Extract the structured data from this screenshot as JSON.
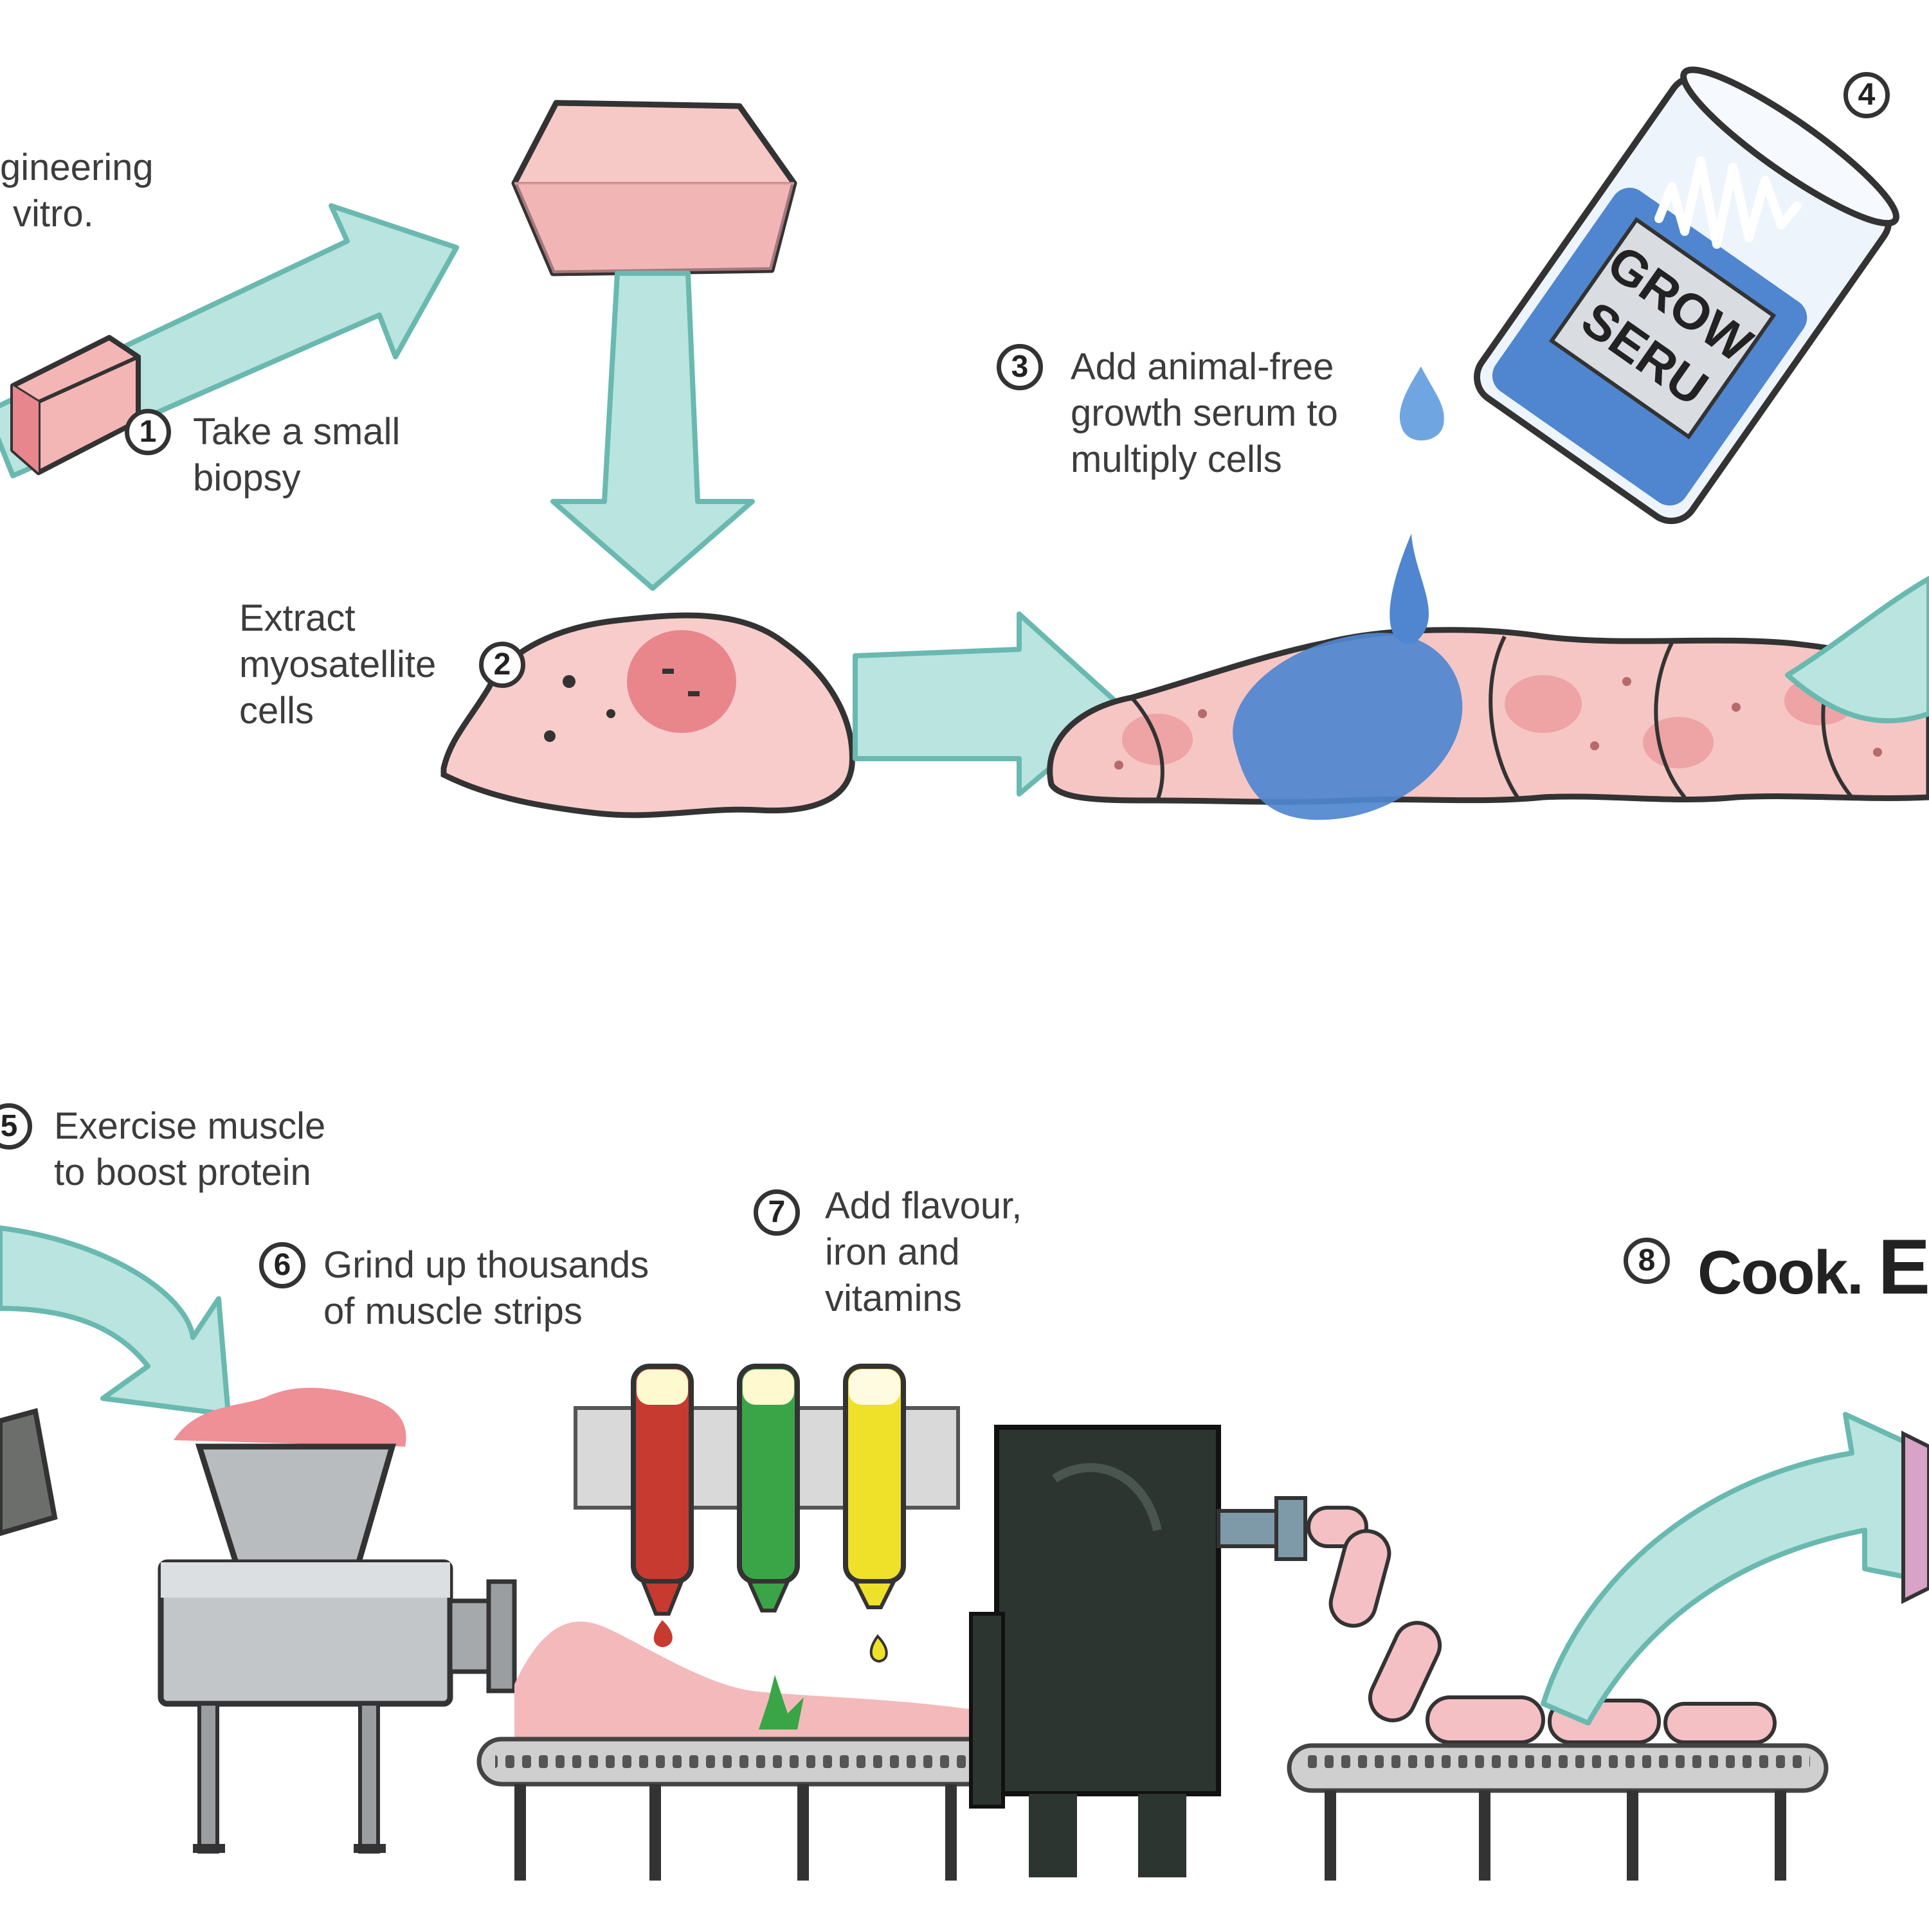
{
  "intro": {
    "line1": "gineering",
    "line2": "vitro."
  },
  "steps": [
    {
      "number": "1",
      "lines": [
        "Take a small",
        "biopsy"
      ]
    },
    {
      "number": "2",
      "lines": [
        "Extract",
        "myosatellite",
        "cells"
      ]
    },
    {
      "number": "3",
      "lines": [
        "Add animal-free",
        "growth serum to",
        "multiply cells"
      ]
    },
    {
      "number": "4",
      "lines": []
    },
    {
      "number": "5",
      "lines": [
        "Exercise muscle",
        "to boost protein"
      ]
    },
    {
      "number": "6",
      "lines": [
        "Grind up thousands",
        "of muscle strips"
      ]
    },
    {
      "number": "7",
      "lines": [
        "Add flavour,",
        "iron and",
        "vitamins"
      ]
    },
    {
      "number": "8",
      "lines": [
        "Cook.",
        "EAT"
      ]
    }
  ],
  "serum_label": {
    "line1": "GROW",
    "line2": "SERU"
  },
  "colors": {
    "arrow_fill": "#b9e4df",
    "arrow_stroke": "#69b9b0",
    "tissue": "#f6c8c6",
    "tissue_dark": "#e8868c",
    "serum": "#4f86cf",
    "machine": "#2c3530",
    "steel": "#b8bcbf",
    "red_bottle": "#c63a30",
    "green_bottle": "#3aa546",
    "yellow_bottle": "#efe02a"
  }
}
